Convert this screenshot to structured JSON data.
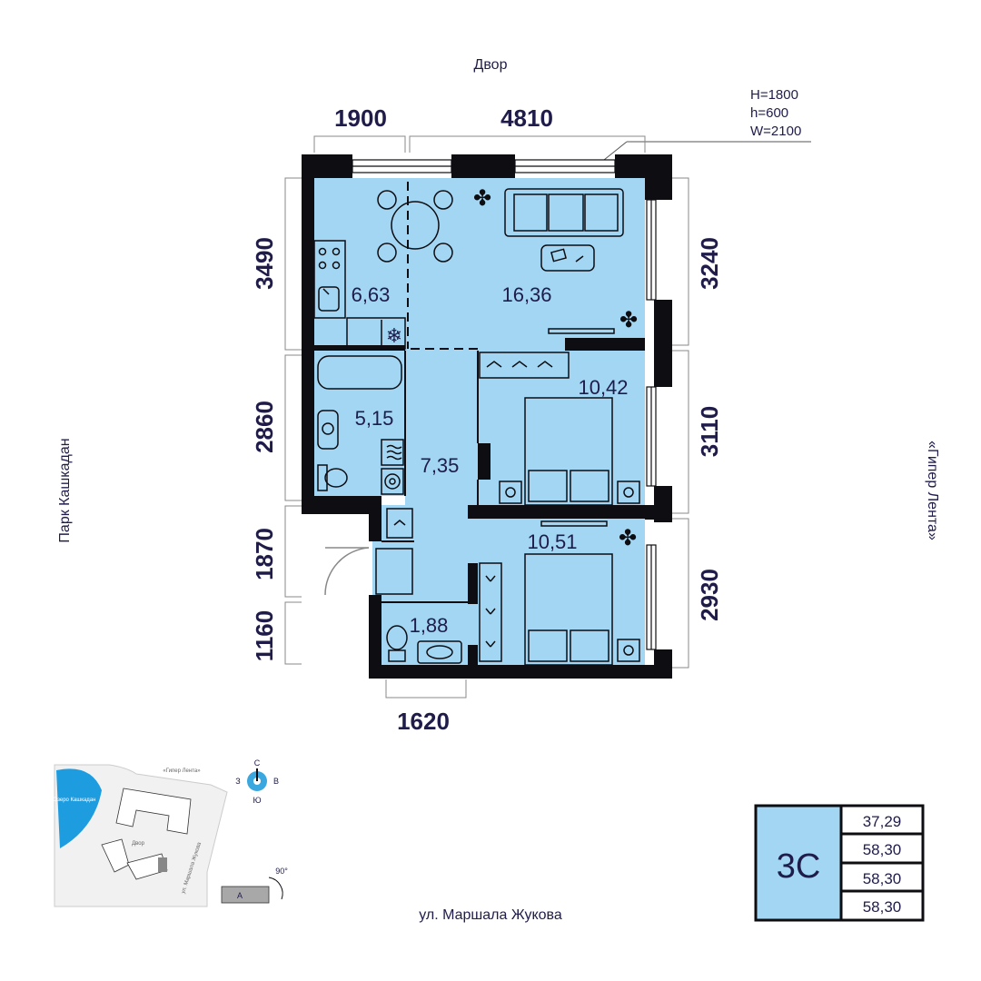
{
  "labels": {
    "top": "Двор",
    "left": "Парк Кашкадан",
    "right": "«Гипер Лента»",
    "bottom": "ул. Маршала Жукова"
  },
  "window_spec": [
    "H=1800",
    "h=600",
    "W=2100"
  ],
  "dimensions": {
    "top": [
      "1900",
      "4810"
    ],
    "left": [
      "3490",
      "2860",
      "1870",
      "1160"
    ],
    "right": [
      "3240",
      "3110",
      "2930"
    ],
    "bottom": [
      "1620"
    ]
  },
  "rooms": [
    {
      "name": "kitchen",
      "area": "6,63"
    },
    {
      "name": "living-room",
      "area": "16,36"
    },
    {
      "name": "bathroom",
      "area": "5,15"
    },
    {
      "name": "hallway",
      "area": "7,35"
    },
    {
      "name": "bedroom-1",
      "area": "10,42"
    },
    {
      "name": "bedroom-2",
      "area": "10,51"
    },
    {
      "name": "wc",
      "area": "1,88"
    }
  ],
  "compass": {
    "n": "С",
    "s": "Ю",
    "w": "З",
    "e": "В"
  },
  "siteplan": {
    "lake": "Озеро Кашкадан",
    "store": "«Гипер Лента»",
    "yard": "Двор",
    "street": "ул. Маршала Жукова",
    "rotation": "90°",
    "section": "А"
  },
  "badge": {
    "code": "3С",
    "values": [
      "37,29",
      "58,30",
      "58,30",
      "58,30"
    ]
  },
  "colors": {
    "room_fill": "#a3d6f3",
    "wall": "#0d0d12",
    "text": "#1f1c4a",
    "compass": "#3aa7df"
  }
}
